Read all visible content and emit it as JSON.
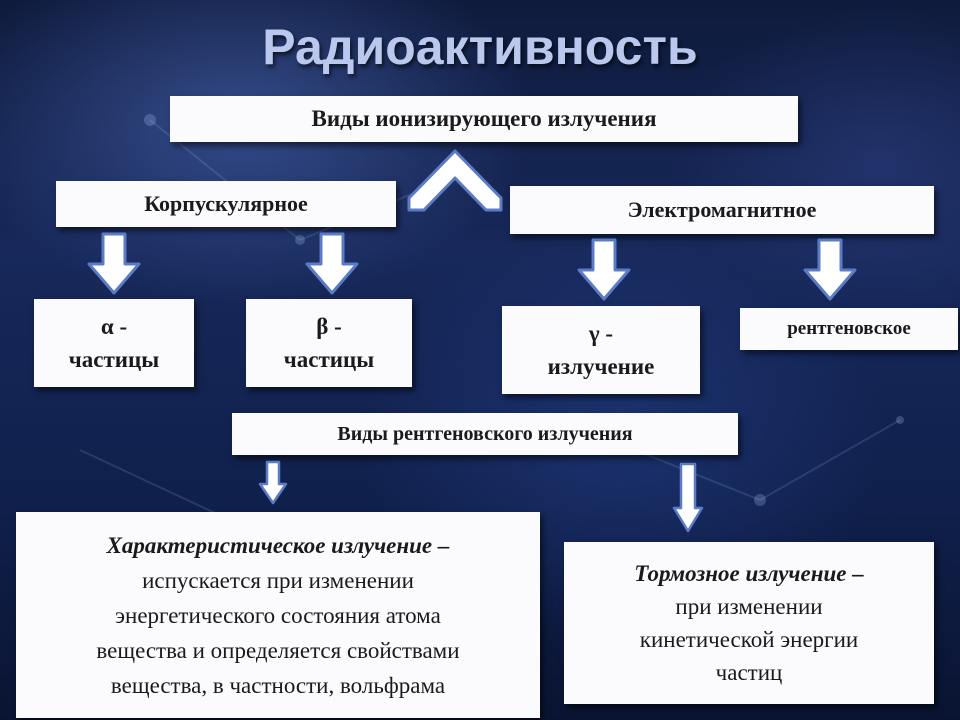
{
  "title": "Радиоактивность",
  "main_box": "Виды ионизирующего излучения",
  "corpuscular": "Корпускулярное",
  "electromagnetic": "Электромагнитное",
  "alpha": {
    "line1": "α -",
    "line2": "частицы"
  },
  "beta": {
    "line1": "β -",
    "line2": "частицы"
  },
  "gamma": {
    "line1": "γ -",
    "line2": "излучение"
  },
  "xray": "рентгеновское",
  "xray_types": "Виды рентгеновского излучения",
  "characteristic": {
    "term": "Характеристическое излучение",
    "dash": "–",
    "lines": [
      "испускается при изменении",
      "энергетического состояния атома",
      "вещества и определяется свойствами",
      "вещества,  в частности,  вольфрама"
    ]
  },
  "bremsstrahlung": {
    "term": "Тормозное излучение",
    "dash": "–",
    "lines": [
      "при изменении",
      "кинетической энергии",
      "частиц"
    ]
  },
  "colors": {
    "title": "#b9c8ec",
    "box": "#fbfbfd",
    "arrow_fill": "#ffffff",
    "arrow_stroke": "#5b7cc4"
  }
}
